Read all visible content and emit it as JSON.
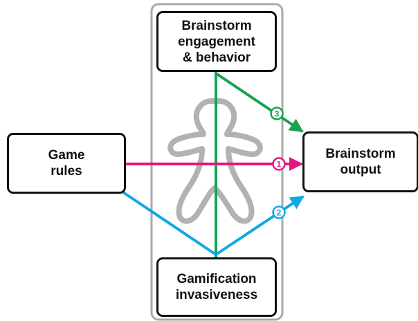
{
  "nodes": {
    "engagement": "Brainstorm\nengagement\n& behavior",
    "rules": "Game\nrules",
    "output": "Brainstorm\noutput",
    "invasiveness": "Gamification\ninvasiveness"
  },
  "paths": {
    "path1": {
      "number": "1",
      "color": "#e5177e"
    },
    "path2": {
      "number": "2",
      "color": "#11a9e2"
    },
    "path3": {
      "number": "3",
      "color": "#16a353"
    }
  },
  "colors": {
    "box_border": "#111111",
    "container_border": "#a9a9a9",
    "figure": "#b2b2b2"
  },
  "icons": {
    "figure": "person-figure-icon"
  }
}
